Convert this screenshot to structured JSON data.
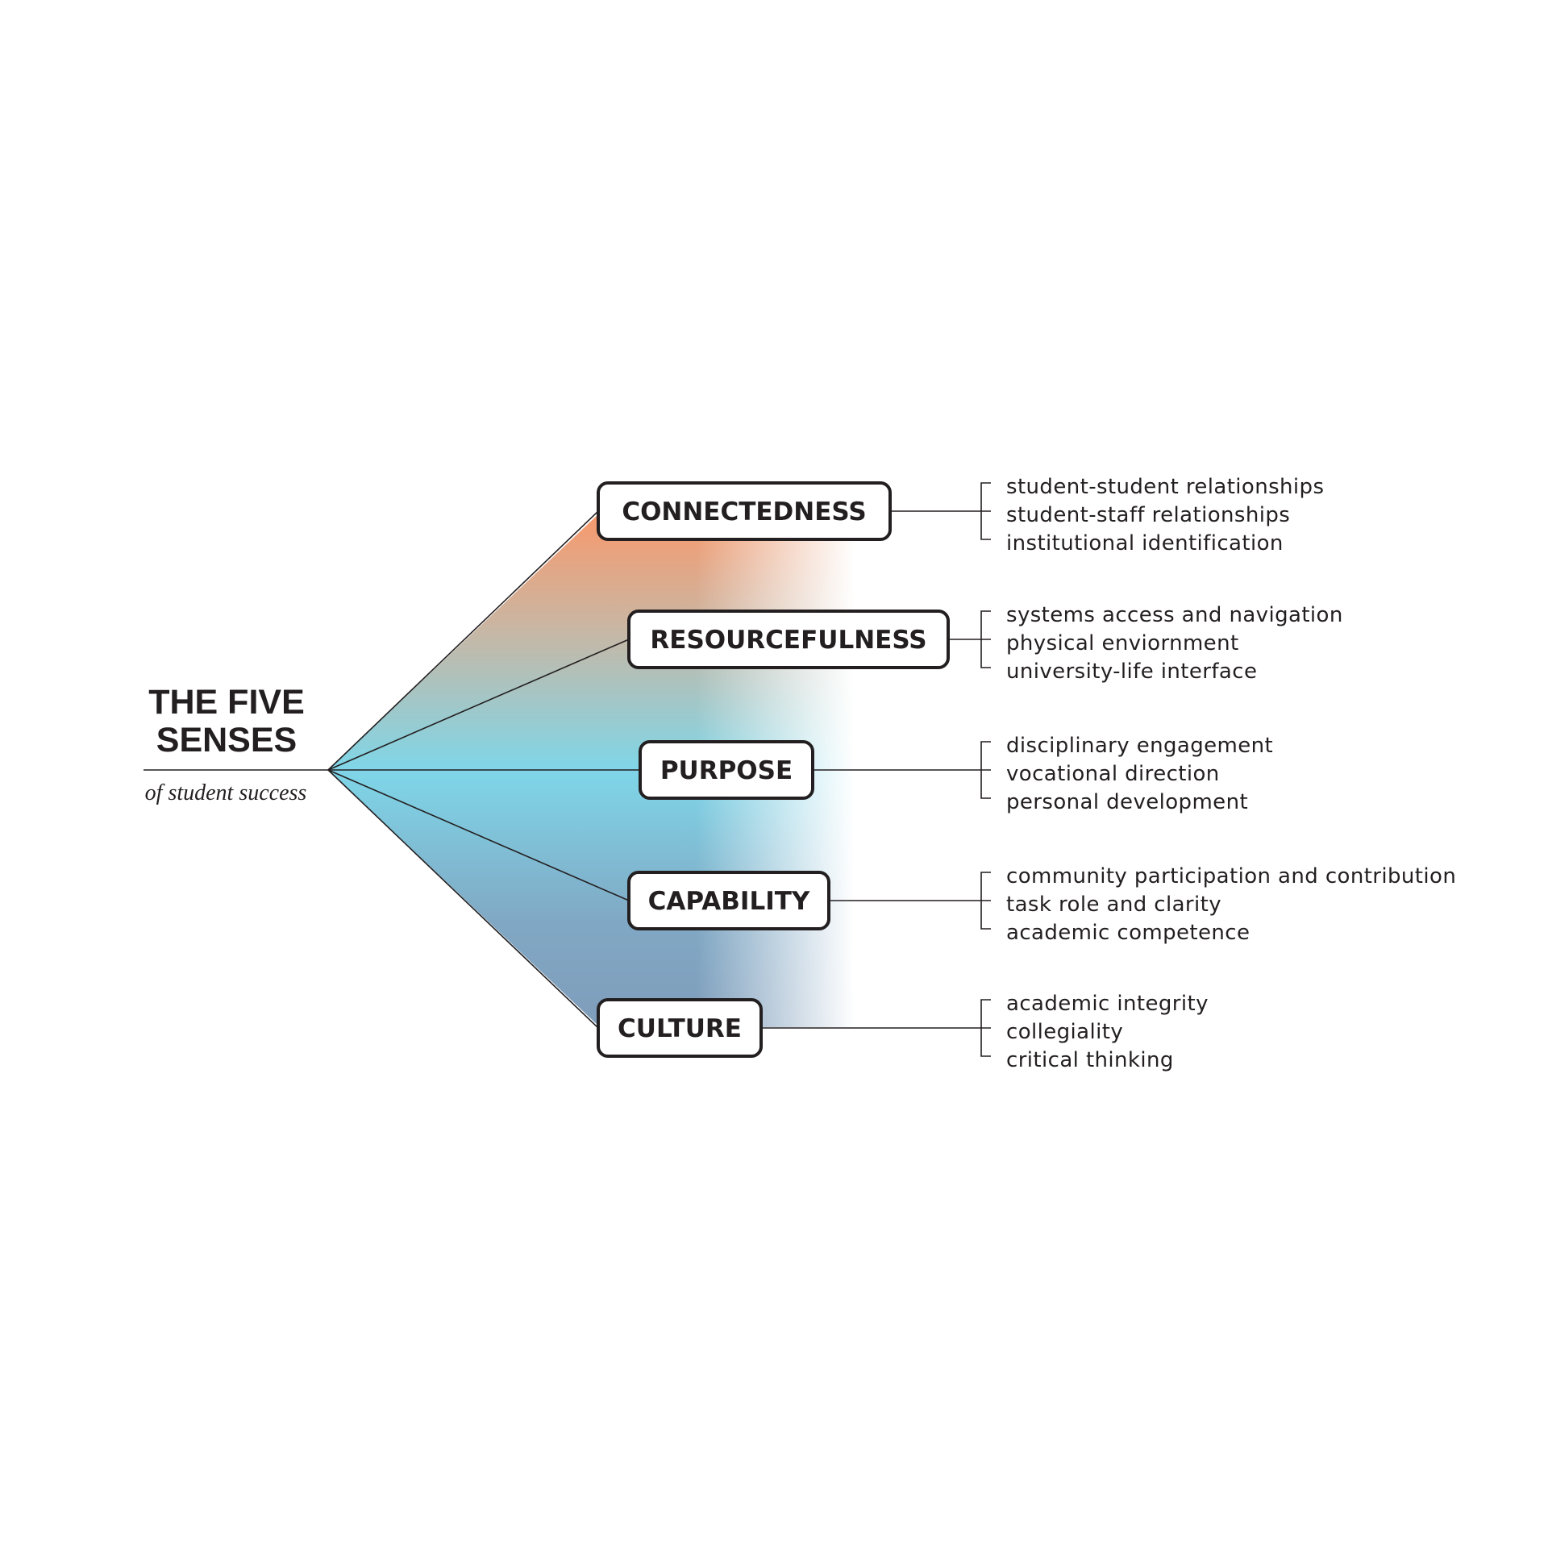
{
  "title": {
    "line1": "THE FIVE",
    "line2": "SENSES",
    "subtitle": "of student success"
  },
  "senses": [
    {
      "label": "CONNECTEDNESS",
      "items": [
        "student-student relationships",
        "student-staff relationships",
        "institutional identification"
      ]
    },
    {
      "label": "RESOURCEFULNESS",
      "items": [
        "systems access and navigation",
        "physical enviornment",
        "university-life interface"
      ]
    },
    {
      "label": "PURPOSE",
      "items": [
        "disciplinary engagement",
        "vocational direction",
        "personal development"
      ]
    },
    {
      "label": "CAPABILITY",
      "items": [
        "community participation and contribution",
        "task role and clarity",
        "academic competence"
      ]
    },
    {
      "label": "CULTURE",
      "items": [
        "academic integrity",
        "collegiality",
        "critical thinking"
      ]
    }
  ],
  "colors": {
    "ink": "#231f20",
    "orange": "#f79a6e",
    "cyan": "#7fd6e8",
    "steel_blue": "#7f9dbb",
    "teal": "#6fb8c9"
  }
}
